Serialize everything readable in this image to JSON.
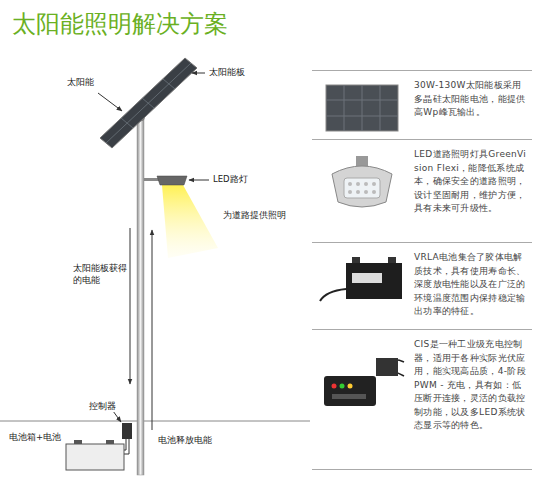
{
  "diagram": {
    "title": "太阳能照明解决方案",
    "nodes": [
      {
        "text": [
          "30W-130W太阳能板采用多晶硅太阳能电池，能提供高Wp峰瓦输出。"
        ]
      },
      {
        "text": [
          "LED道路照明灯具GreenVision Flexi，能降低系统成本，确保安全的道路照明，设计坚固耐用，维护方便，具有未来可升级性。"
        ]
      },
      {
        "text": [
          "VRLA电池集合了胶体电解质技术，具有使用寿命长、深度放电性能以及在广泛的环境温度范围内保持稳定输出功率的特征。"
        ]
      },
      {
        "text": [
          "CIS是一种工业级充电控制器，适用于各种实际光伏应用，能实现高品质，4-阶段PWM - 充电，具有如：低压断开连接，灵活的负载控制功能，以及多LED系统状态显示等的特色。"
        ]
      }
    ],
    "labels": [
      "太阳能",
      "太阳能板",
      "LED路灯",
      "为道路提供照明",
      "太阳能板获得的电能",
      "控制器",
      "电池箱+电池",
      "电池释放电能"
    ]
  }
}
